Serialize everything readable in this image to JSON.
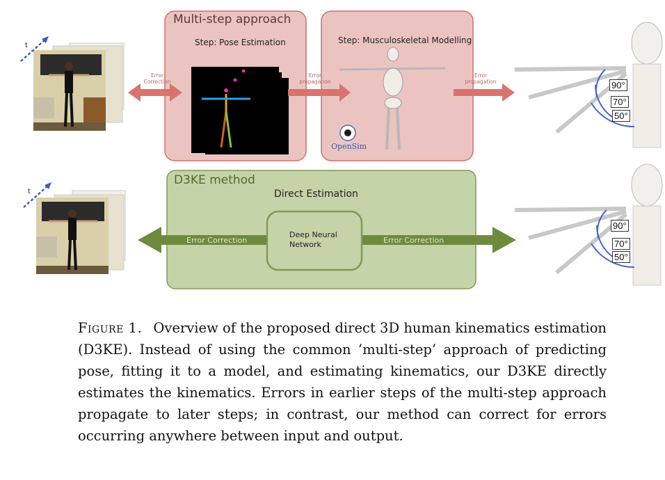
{
  "multistep": {
    "title": "Multi-step approach",
    "step1": "Step: Pose Estimation",
    "step2": "Step: Musculoskeletal Modelling",
    "error_correction": "Error Correction",
    "error_propagation_1": "Error propagation",
    "error_propagation_2": "Error propagation",
    "opensim": "OpenSim"
  },
  "d3ke": {
    "title": "D3KE method",
    "direct": "Direct Estimation",
    "dnn": "Deep Neural Network",
    "error_left": "Error Correction",
    "error_right": "Error Correction"
  },
  "angles": [
    "90°",
    "70°",
    "50°"
  ],
  "colors": {
    "pink_fill": "#ebc4c2",
    "pink_stroke": "#d56b6a",
    "pink_arrow": "#d9736e",
    "green_fill": "#c5d3a8",
    "green_stroke": "#7f9a58",
    "green_arrow": "#6f8a3e",
    "blue_arc": "#4766c6"
  },
  "caption": {
    "label": "Figure 1.",
    "text": "Overview of the proposed direct 3D human kinematics estimation (D3KE). Instead of using the common ’multi-step’ approach of predicting pose, fitting it to a model, and estimating kinematics, our D3KE directly estimates the kinematics. Errors in earlier steps of the multi-step approach propagate to later steps; in contrast, our method can correct for errors occurring anywhere between input and output."
  }
}
